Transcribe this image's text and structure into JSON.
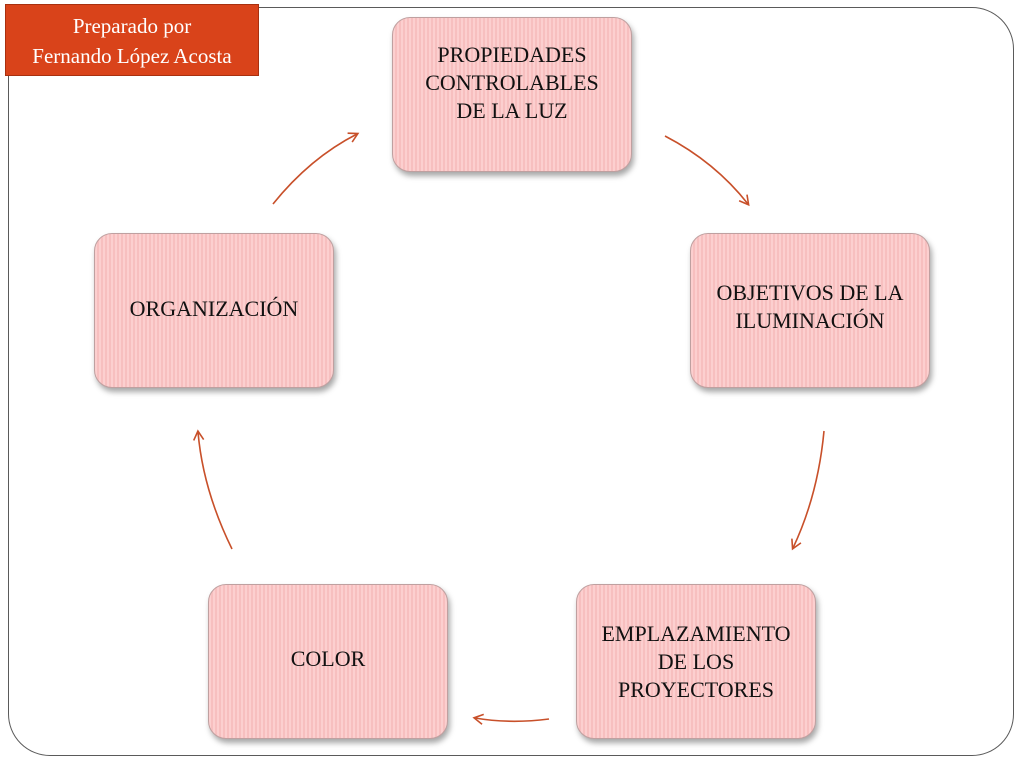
{
  "credit": {
    "line1": "Preparado por",
    "line2": "Fernando López Acosta"
  },
  "cycle": {
    "nodes": [
      {
        "label": "PROPIEDADES\nCONTROLABLES\nDE LA LUZ"
      },
      {
        "label": "OBJETIVOS DE LA\nILUMINACIÓN"
      },
      {
        "label": "EMPLAZAMIENTO\nDE LOS\nPROYECTORES"
      },
      {
        "label": "COLOR"
      },
      {
        "label": "ORGANIZACIÓN"
      }
    ]
  },
  "colors": {
    "node_fill": "#fbc5c5",
    "arrow": "#c8502a",
    "credit_bg": "#d9431a"
  }
}
